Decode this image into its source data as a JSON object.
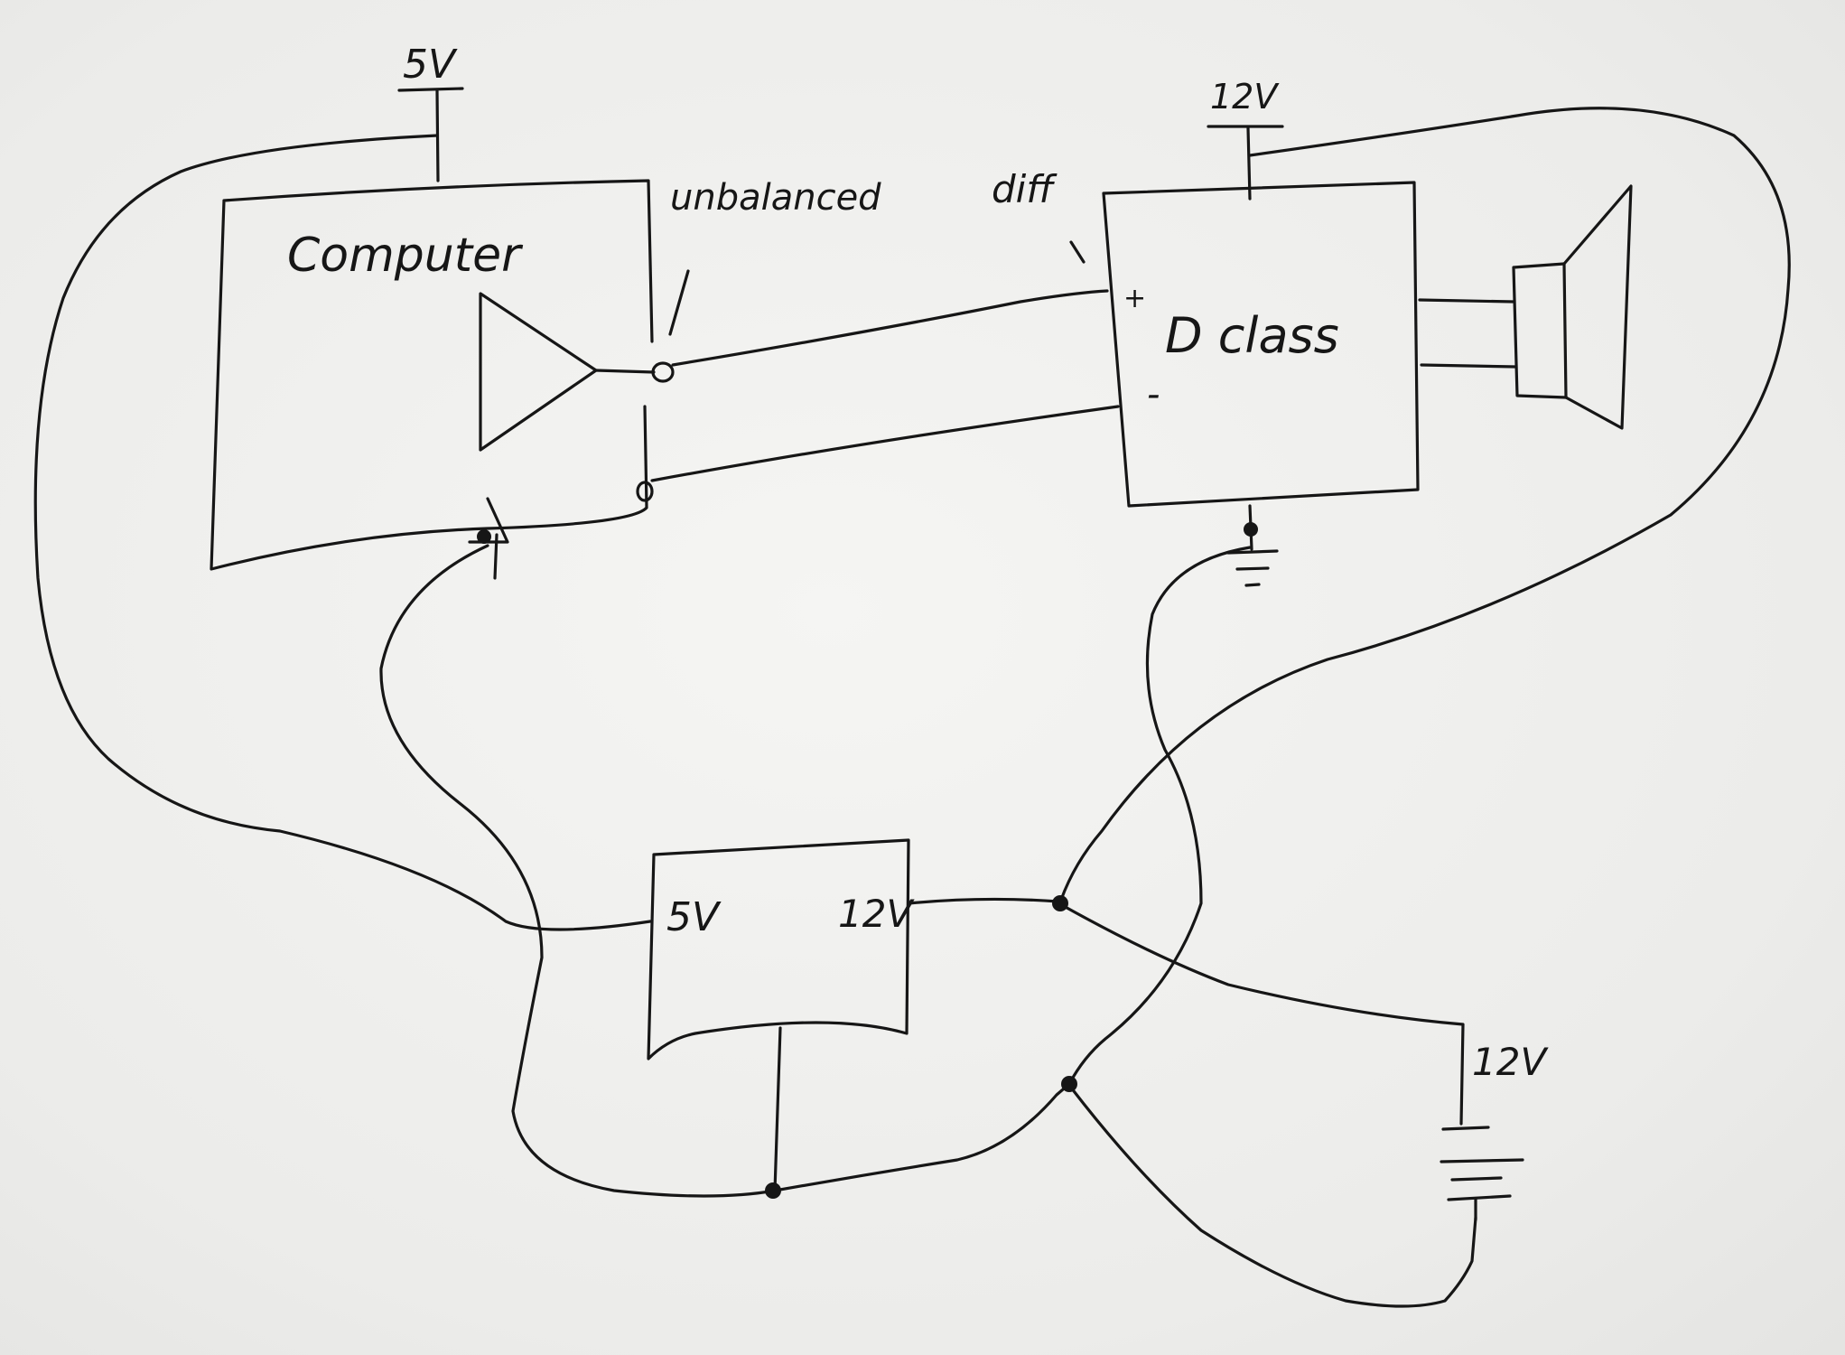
{
  "labels": {
    "computer_supply": "5V",
    "computer": "Computer",
    "unbalanced": "unbalanced",
    "diff": "diff",
    "amp_supply": "12V",
    "amp": "D class",
    "amp_plus": "+",
    "amp_minus": "-",
    "converter_in": "5V",
    "converter_out": "12V",
    "battery": "12V"
  }
}
